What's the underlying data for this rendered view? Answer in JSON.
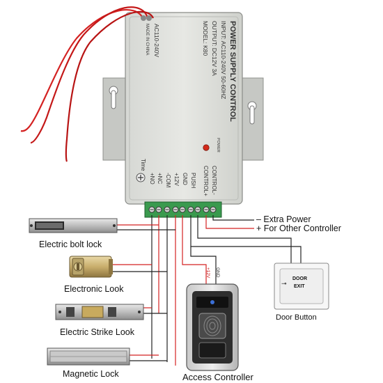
{
  "power_supply": {
    "title": "POWER SUPPLY CONTROL",
    "input": "INPUT: AC110-240V 50-60HZ",
    "output": "OUTPUT: DC12V 3A",
    "model": "MODEL: K80",
    "made_in": "MADE IN CHINA",
    "ac_label": "AC110-240V",
    "power_led_label": "POWER",
    "time_label": "Time",
    "terminals": [
      "+NO",
      "+NC",
      "-COM",
      "+12V",
      "GND",
      "PUSH",
      "CONTROL+",
      "CONTROL-"
    ]
  },
  "extra_power": "– Extra Power",
  "for_other_controller": "+ For Other Controller",
  "devices": {
    "electric_bolt_lock": "Electric bolt lock",
    "electronic_lock": "Electronic Look",
    "electric_strike_lock": "Electric Strike Look",
    "magnetic_lock": "Magnetic Lock",
    "access_controller": "Access Controller",
    "door_button": "Door Button"
  },
  "wire_labels": {
    "plus12v": "+12V",
    "gnd": "GND"
  },
  "door_button_text": [
    "DOOR",
    "EXIT"
  ]
}
